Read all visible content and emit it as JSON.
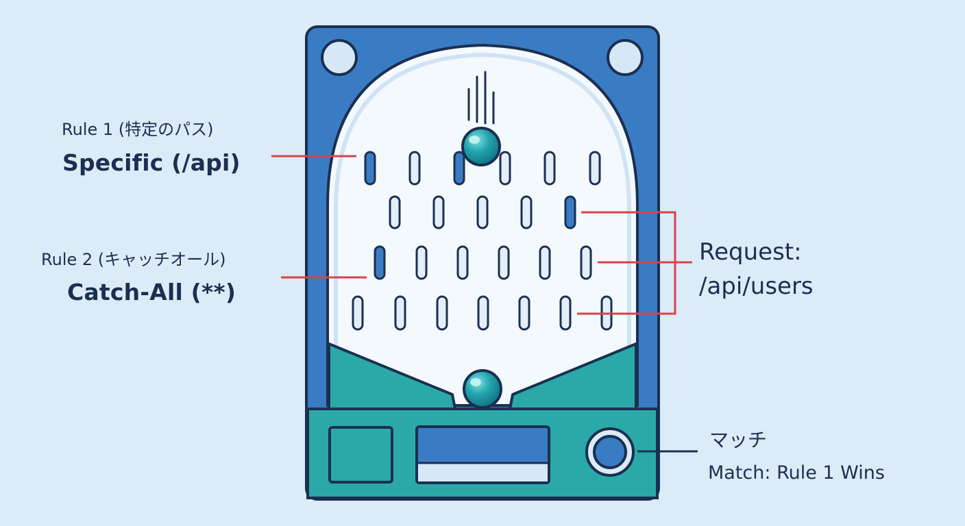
{
  "rule1": {
    "title": "Rule 1 (特定のパス)",
    "subtitle": "Specific (/api)"
  },
  "rule2": {
    "title": "Rule 2 (キャッチオール)",
    "subtitle": "Catch-All (**)"
  },
  "request": {
    "line1": "Request:",
    "line2": "/api/users"
  },
  "match": {
    "title": "マッチ",
    "subtitle": "Match: Rule 1 Wins"
  },
  "colors": {
    "background": "#dcebf8",
    "frame_blue": "#3a7cc4",
    "outline": "#1b2f50",
    "teal": "#2aa9a8",
    "playfield": "#f4f9fd",
    "pin_fill": "#e3eef8",
    "pin_filled": "#3a7cc4",
    "leader_line": "#d7434b",
    "ball": "#1c9aa6"
  },
  "icons": [
    "ball-icon",
    "pin-icon",
    "screw-icon",
    "launch-button-icon"
  ]
}
